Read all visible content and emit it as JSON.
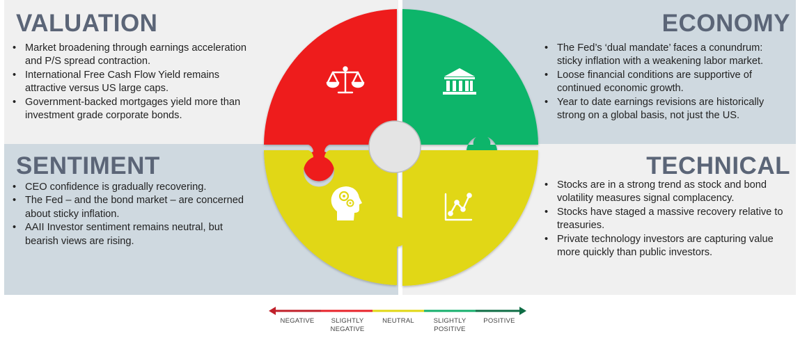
{
  "quadrants": {
    "valuation": {
      "title": "VALUATION",
      "icon": "scales-icon",
      "color": "#ee1c1c",
      "bullets": [
        "Market broadening through earnings acceleration and P/S spread contraction.",
        "International Free Cash Flow Yield remains attractive versus US large caps.",
        "Government-backed mortgages yield more than investment grade corporate bonds."
      ]
    },
    "economy": {
      "title": "ECONOMY",
      "icon": "bank-icon",
      "color": "#10b56a",
      "bullets": [
        "The Fed’s ‘dual mandate’ faces a conundrum: sticky inflation with a weakening labor market.",
        "Loose financial conditions are supportive of continued economic growth.",
        "Year to date earnings revisions are historically strong on a global basis, not just the US."
      ]
    },
    "sentiment": {
      "title": "SENTIMENT",
      "icon": "head-gears-icon",
      "color": "#e1d714",
      "bullets": [
        "CEO confidence is gradually recovering.",
        "The Fed – and the bond market – are concerned about sticky inflation.",
        "AAII Investor sentiment remains neutral, but bearish views are rising."
      ]
    },
    "technical": {
      "title": "TECHNICAL",
      "icon": "line-chart-icon",
      "color": "#e1d714",
      "bullets": [
        "Stocks are in a strong trend as stock and bond volatility measures signal complacency.",
        "Stocks have staged a massive recovery relative to treasuries.",
        "Private technology investors are capturing value more quickly than public investors."
      ]
    }
  },
  "legend": {
    "items": [
      {
        "label": "NEGATIVE",
        "color": "#c0202a"
      },
      {
        "label": "SLIGHTLY NEGATIVE",
        "color": "#e8232b"
      },
      {
        "label": "NEUTRAL",
        "color": "#e1d714"
      },
      {
        "label": "SLIGHTLY POSITIVE",
        "color": "#16b06c"
      },
      {
        "label": "POSITIVE",
        "color": "#0e6d45"
      }
    ]
  }
}
